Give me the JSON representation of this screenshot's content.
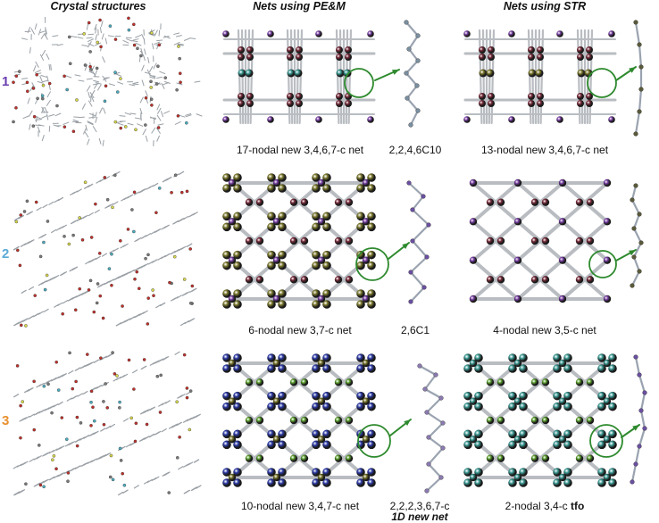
{
  "headers": {
    "crystal": "Crystal structures",
    "pem": "Nets using PE&M",
    "str": "Nets using STR"
  },
  "rows": [
    {
      "number": "1",
      "number_color": "#6a3fb0",
      "pem_net": "17-nodal new 3,4,6,7-c net",
      "chain_label": "2,2,4,6C10",
      "str_net": "13-nodal new 3,4,6,7-c net"
    },
    {
      "number": "2",
      "number_color": "#5aa9d6",
      "pem_net": "6-nodal new 3,7-c net",
      "chain_label": "2,6C1",
      "str_net": "4-nodal new 3,5-c net"
    },
    {
      "number": "3",
      "number_color": "#e8912e",
      "pem_net": "10-nodal new 3,4,7-c net",
      "chain_label": "2,2,2,3,6,7-c",
      "chain_sublabel": "1D new net",
      "str_net_prefix": "2-nodal 3,4-c",
      "str_net_bold": "tfo"
    }
  ],
  "colors": {
    "node_maroon": "#7a2a3a",
    "node_purple": "#7b3fa8",
    "node_olive": "#7d7a2c",
    "node_blue": "#2b3aa8",
    "node_green": "#5aa02c",
    "node_teal": "#3a9a94",
    "highlight_green": "#2e8a2e",
    "bond_gray": "#b9bdc2"
  },
  "icons": {
    "arrow": "green-arrow-icon",
    "highlight": "green-circle-highlight-icon"
  }
}
